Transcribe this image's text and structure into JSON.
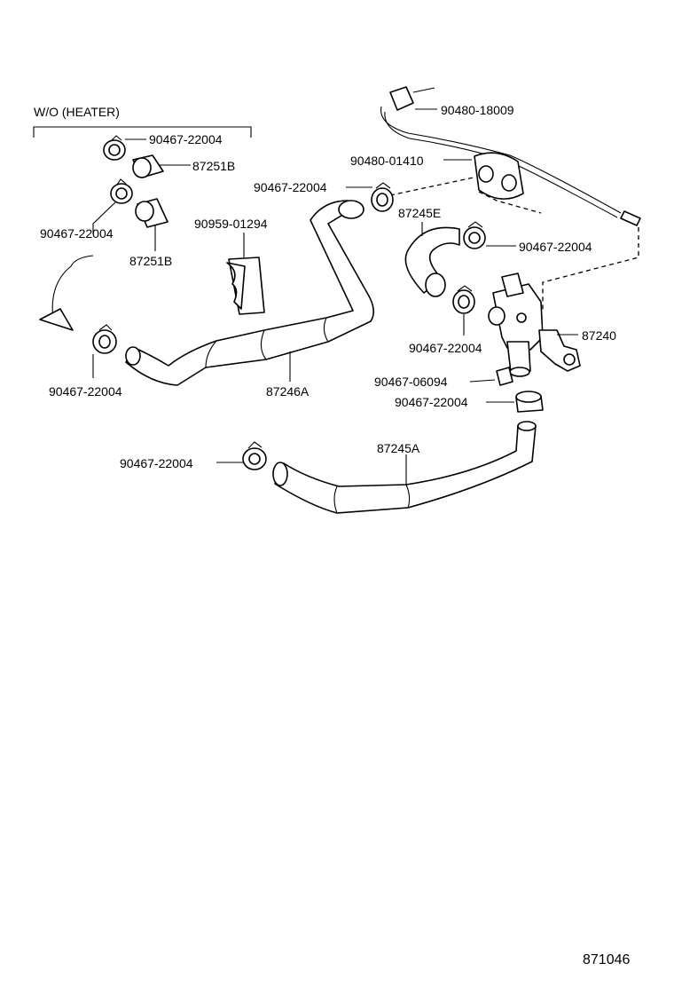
{
  "section_label": "W/O (HEATER)",
  "figure_number": "871046",
  "labels": {
    "cable": "90480-18009",
    "grommet": "90480-01410",
    "clamp_upper_hose": "90467-22004",
    "hose_87245E": "87245E",
    "clamp_right": "90467-22004",
    "valve": "87240",
    "clamp_valve": "90467-22004",
    "screw": "90467-06094",
    "clamp_lower_right": "90467-22004",
    "hose_87245A": "87245A",
    "clamp_lower_left": "90467-22004",
    "hose_87246A": "87246A",
    "clamp_left": "90467-22004",
    "bracket": "90959-01294",
    "wo_clamp_1": "90467-22004",
    "wo_hose_1": "87251B",
    "wo_clamp_2": "90467-22004",
    "wo_hose_2": "87251B"
  }
}
